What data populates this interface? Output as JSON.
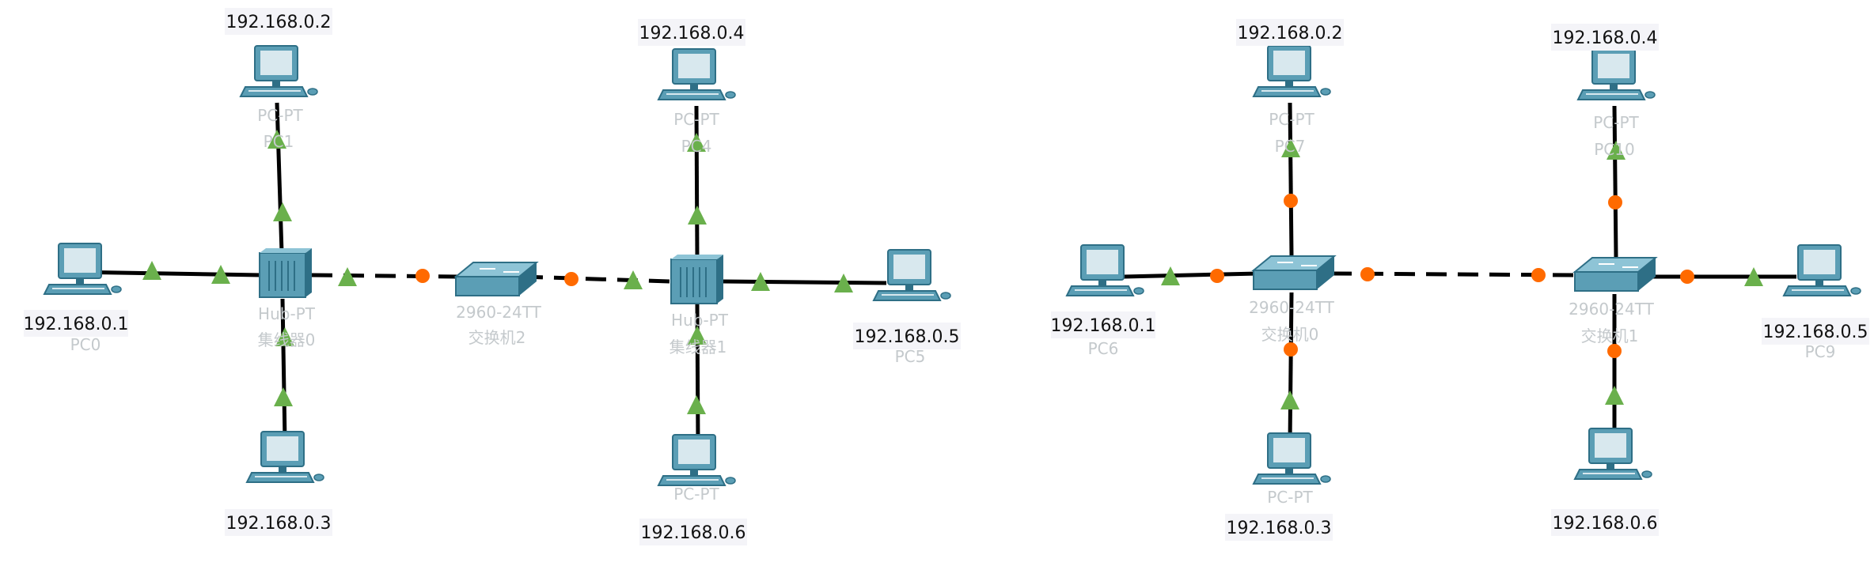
{
  "colors": {
    "device": "#5b9eb5",
    "device_dark": "#2e6f86",
    "link_up": "#6ab04c",
    "link_pending": "#ff6a00",
    "link": "#000000"
  },
  "left_topology": {
    "pcs": [
      {
        "ip": "192.168.0.1",
        "model": "",
        "name": "PC0"
      },
      {
        "ip": "192.168.0.2",
        "model": "PC-PT",
        "name": "PC1"
      },
      {
        "ip": "192.168.0.3",
        "model": "",
        "name": ""
      },
      {
        "ip": "192.168.0.4",
        "model": "PC-PT",
        "name": "PC4"
      },
      {
        "ip": "192.168.0.5",
        "model": "",
        "name": "PC5"
      },
      {
        "ip": "192.168.0.6",
        "model": "PC-PT",
        "name": ""
      }
    ],
    "hubs": [
      {
        "model": "Hub-PT",
        "name": "集线器0"
      },
      {
        "model": "Hub-PT",
        "name": "集线器1"
      }
    ],
    "switch": {
      "model": "2960-24TT",
      "name": "交换机2"
    }
  },
  "right_topology": {
    "pcs": [
      {
        "ip": "192.168.0.1",
        "model": "",
        "name": "PC6"
      },
      {
        "ip": "192.168.0.2",
        "model": "PC-PT",
        "name": "PC7"
      },
      {
        "ip": "192.168.0.3",
        "model": "PC-PT",
        "name": ""
      },
      {
        "ip": "192.168.0.4",
        "model": "PC-PT",
        "name": "PC10"
      },
      {
        "ip": "192.168.0.5",
        "model": "",
        "name": "PC9"
      },
      {
        "ip": "192.168.0.6",
        "model": "",
        "name": ""
      }
    ],
    "switches": [
      {
        "model": "2960-24TT",
        "name": "交换机0"
      },
      {
        "model": "2960-24TT",
        "name": "交换机1"
      }
    ]
  }
}
